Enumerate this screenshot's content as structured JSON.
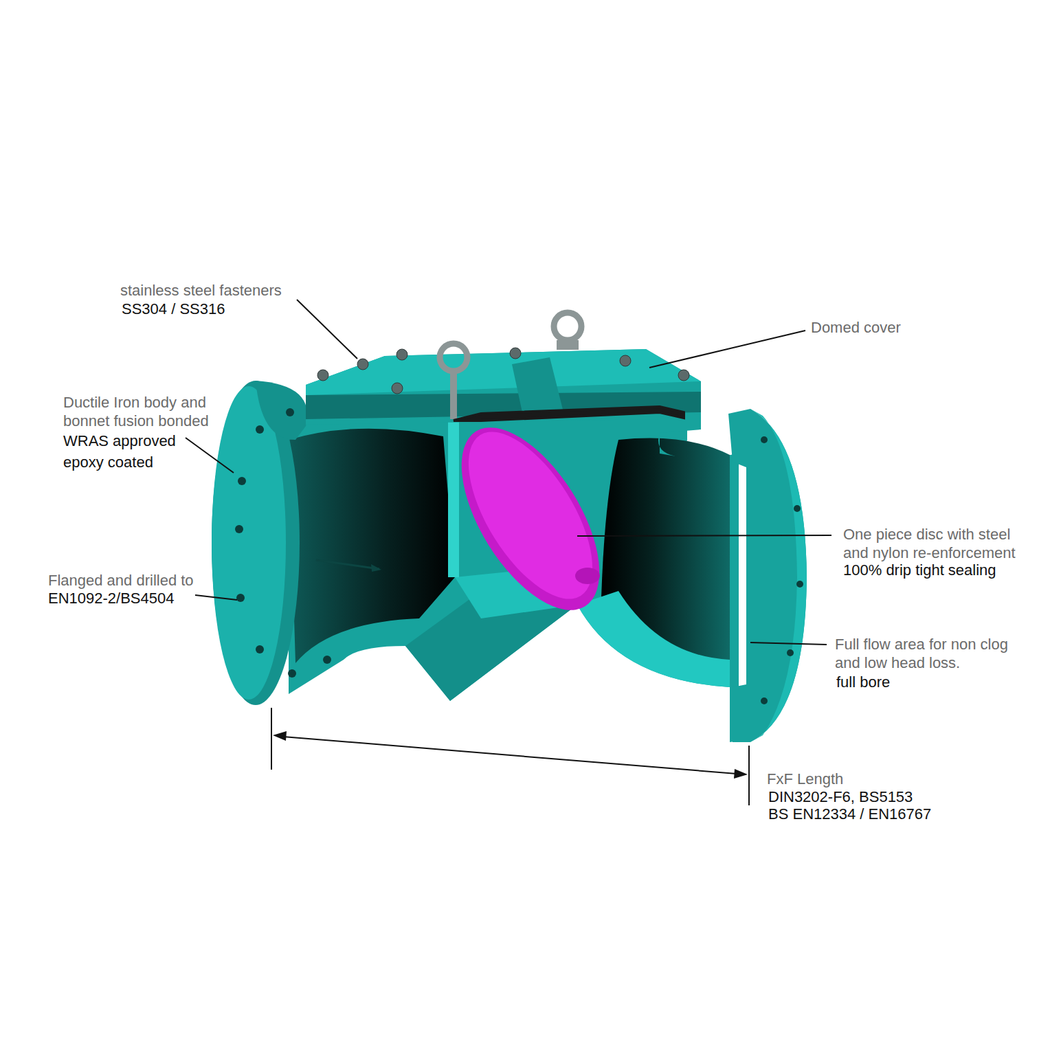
{
  "diagram": {
    "labels": [
      "stainless steel fasteners",
      "SS304 / SS316",
      "Domed cover",
      "Ductile Iron body and bonnet fusion bonded",
      "WRAS approved",
      "epoxy coated",
      "Flanged and drilled to",
      "EN1092-2/BS4504",
      "One piece disc with steel and nylon re-enforcement",
      "100% drip tight sealing",
      "Full flow area for non clog and low head loss.",
      "full bore",
      "FxF Length",
      "DIN3202-F6, BS5153",
      "BS EN12334 / EN16767"
    ]
  }
}
